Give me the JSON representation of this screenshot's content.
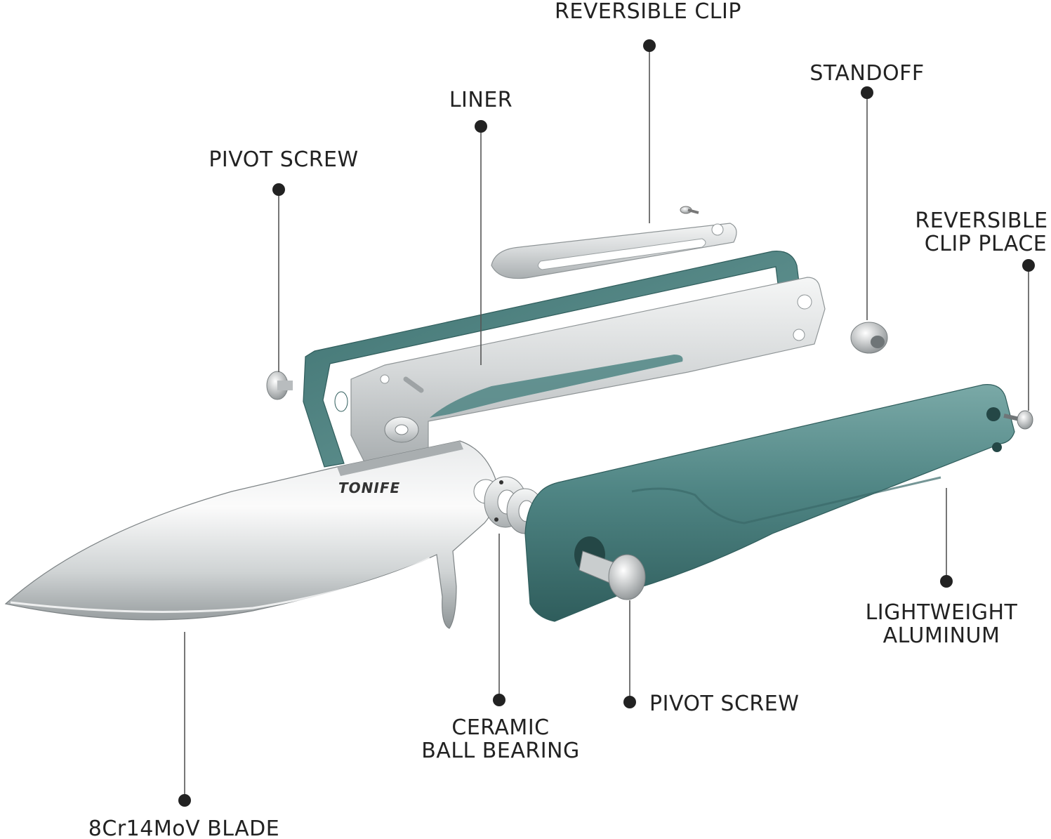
{
  "brand": "TONIFE",
  "colors": {
    "handle": "#4f8584",
    "handle_dark": "#2f5d5c",
    "handle_light": "#8bb8b6",
    "steel": "#d9dcdd",
    "steel_dark": "#9ea3a5",
    "steel_light": "#f3f4f4",
    "text": "#222222"
  },
  "labels": {
    "reversible_clip": "REVERSIBLE CLIP",
    "standoff": "STANDOFF",
    "liner": "LINER",
    "pivot_screw_top": "PIVOT SCREW",
    "reversible_clip_place_1": "REVERSIBLE",
    "reversible_clip_place_2": "CLIP PLACE",
    "lightweight_aluminum_1": "LIGHTWEIGHT",
    "lightweight_aluminum_2": "ALUMINUM",
    "pivot_screw_bottom": "PIVOT SCREW",
    "ceramic_ball_bearing_1": "CERAMIC",
    "ceramic_ball_bearing_2": "BALL BEARING",
    "blade": "8Cr14MoV BLADE"
  }
}
